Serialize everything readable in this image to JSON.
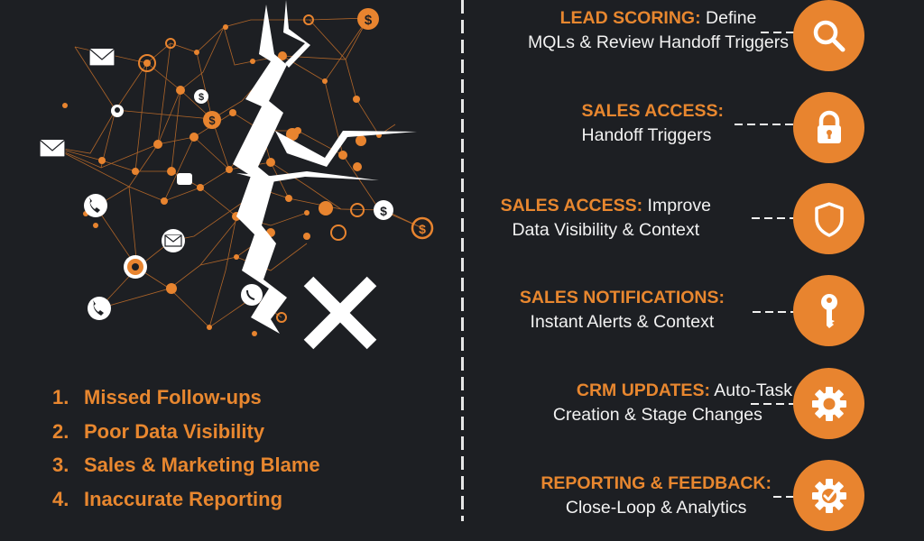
{
  "problems": {
    "items": [
      {
        "num": "1.",
        "label": "Missed Follow-ups"
      },
      {
        "num": "2.",
        "label": "Poor Data Visibility"
      },
      {
        "num": "3.",
        "label": "Sales & Marketing Blame"
      },
      {
        "num": "4.",
        "label": "Inaccurate Reporting"
      }
    ]
  },
  "network": {
    "icons": [
      "envelope-icon",
      "dollar-icon",
      "phone-icon",
      "support-icon"
    ],
    "broken_mark": "x-icon"
  },
  "steps": [
    {
      "title": "LEAD SCORING:",
      "line1_rest": " Define",
      "line2": "MQLs & Review Handoff Triggers",
      "icon": "search-icon"
    },
    {
      "title": "SALES ACCESS:",
      "line1_rest": "",
      "line2": "Handoff Triggers",
      "icon": "lock-icon"
    },
    {
      "title": "SALES ACCESS:",
      "line1_rest": " Improve",
      "line2": "Data Visibility & Context",
      "icon": "shield-icon"
    },
    {
      "title": "SALES NOTIFICATIONS:",
      "line1_rest": "",
      "line2": "Instant Alerts & Context",
      "icon": "key-icon"
    },
    {
      "title": "CRM UPDATES:",
      "line1_rest": " Auto-Task",
      "line2": "Creation & Stage Changes",
      "icon": "gear-icon"
    },
    {
      "title": "REPORTING & FEEDBACK:",
      "line1_rest": "",
      "line2": "Close-Loop & Analytics",
      "icon": "gear-check-icon"
    }
  ],
  "colors": {
    "background": "#1d1f23",
    "accent": "#e8842f",
    "text": "#f2f2f2"
  }
}
